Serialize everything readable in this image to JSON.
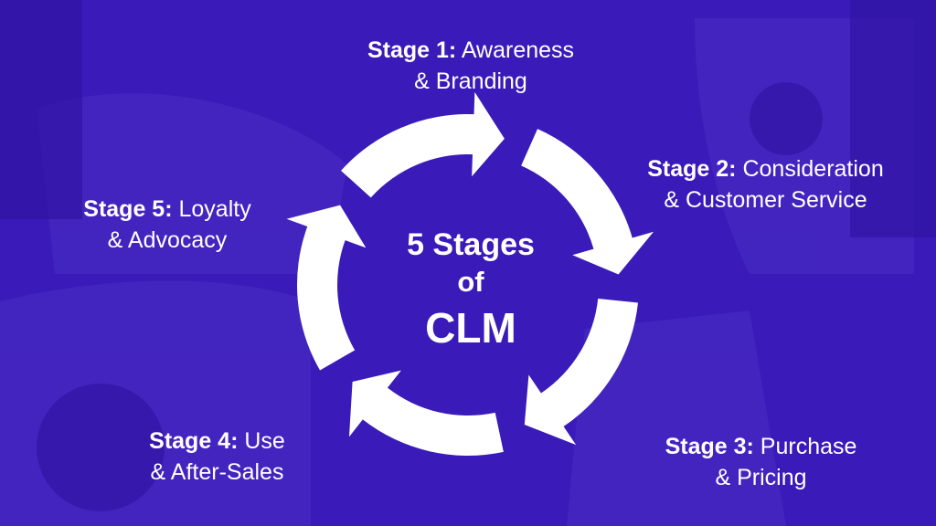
{
  "center": {
    "line1": "5 Stages",
    "line2": "of",
    "line3": "CLM"
  },
  "stages": [
    {
      "lead": "Stage 1:",
      "rest": "Awareness",
      "line2": "& Branding"
    },
    {
      "lead": "Stage 2:",
      "rest": "Consideration",
      "line2": "& Customer Service"
    },
    {
      "lead": "Stage 3:",
      "rest": "Purchase",
      "line2": "& Pricing"
    },
    {
      "lead": "Stage 4:",
      "rest": "Use",
      "line2": "& After-Sales"
    },
    {
      "lead": "Stage 5:",
      "rest": "Loyalty",
      "line2": "& Advocacy"
    }
  ],
  "colors": {
    "background": "#3a1ab8",
    "arrows": "#ffffff",
    "text": "#ffffff"
  }
}
